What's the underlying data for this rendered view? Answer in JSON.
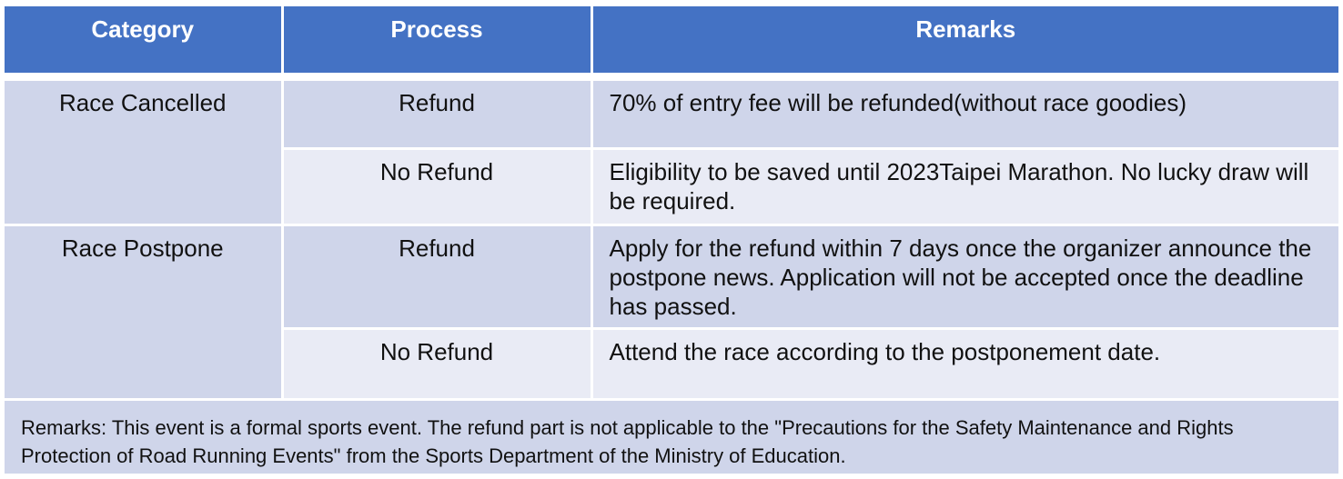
{
  "colors": {
    "header_bg": "#4472c4",
    "header_text": "#ffffff",
    "band_dark": "#cfd5ea",
    "band_light": "#e9ebf5"
  },
  "table": {
    "headers": [
      "Category",
      "Process",
      "Remarks"
    ],
    "groups": [
      {
        "category": "Race Cancelled",
        "rows": [
          {
            "process": "Refund",
            "remark": "70% of entry fee will be refunded(without race goodies)"
          },
          {
            "process": "No Refund",
            "remark": "Eligibility to be saved until 2023Taipei Marathon. No lucky draw will be required."
          }
        ]
      },
      {
        "category": "Race Postpone",
        "rows": [
          {
            "process": "Refund",
            "remark": "Apply for the refund within 7 days once the organizer announce the postpone news. Application will not be accepted once the deadline has passed."
          },
          {
            "process": "No Refund",
            "remark": "Attend the race according to the postponement date."
          }
        ]
      }
    ],
    "footnote": "Remarks: This event is a formal sports event. The refund part is not applicable to the \"Precautions for the Safety Maintenance and Rights Protection of Road Running Events\" from the Sports Department of the Ministry of Education."
  }
}
